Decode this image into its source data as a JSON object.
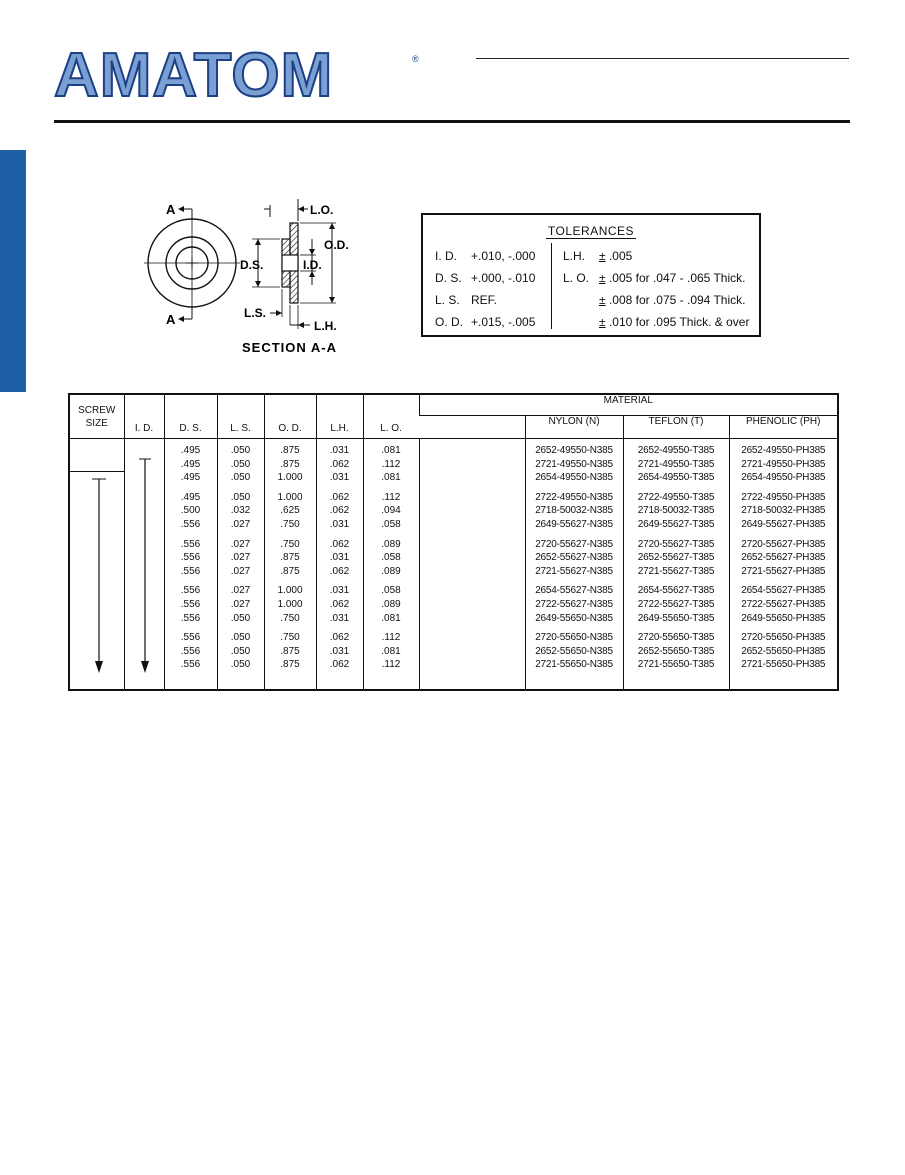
{
  "brand": {
    "name": "AMATOM",
    "reg": "®",
    "colors": {
      "fill": "#7a9fd3",
      "outline": "#1d3f86",
      "tab": "#1f5fa8"
    }
  },
  "diagram": {
    "label_a_top": "A",
    "label_a_bottom": "A",
    "label_lo": "L.O.",
    "label_od": "O.D.",
    "label_ds": "D.S.",
    "label_id": "I.D.",
    "label_ls": "L.S.",
    "label_lh": "L.H.",
    "caption": "SECTION A-A"
  },
  "tolerances": {
    "title": "TOLERANCES",
    "left": [
      {
        "key": "I. D.",
        "value": "+.010, -.000"
      },
      {
        "key": "D. S.",
        "value": "+.000, -.010"
      },
      {
        "key": "L. S.",
        "value": "REF."
      },
      {
        "key": "O. D.",
        "value": "+.015, -.005"
      }
    ],
    "right": [
      {
        "key": "L.H.",
        "pm": "±",
        "value": ".005"
      },
      {
        "key": "L. O.",
        "pm": "±",
        "value": ".005 for .047 - .065 Thick."
      },
      {
        "key": "",
        "pm": "±",
        "value": ".008 for .075 - .094 Thick."
      },
      {
        "key": "",
        "pm": "±",
        "value": ".010 for .095 Thick. & over"
      }
    ]
  },
  "table": {
    "headers": {
      "screw_size": "SCREW SIZE",
      "id": "I. D.",
      "ds": "D. S.",
      "ls": "L. S.",
      "od": "O. D.",
      "lh": "L.H.",
      "lo": "L. O.",
      "material": "MATERIAL",
      "nylon": "NYLON (N)",
      "teflon": "TEFLON (T)",
      "phenolic": "PHENOLIC (PH)"
    },
    "groups": [
      {
        "ds": [
          ".495",
          ".495",
          ".495"
        ],
        "ls": [
          ".050",
          ".050",
          ".050"
        ],
        "od": [
          ".875",
          ".875",
          "1.000"
        ],
        "lh": [
          ".031",
          ".062",
          ".031"
        ],
        "lo": [
          ".081",
          ".112",
          ".081"
        ],
        "nylon": [
          "2652-49550-N385",
          "2721-49550-N385",
          "2654-49550-N385"
        ],
        "teflon": [
          "2652-49550-T385",
          "2721-49550-T385",
          "2654-49550-T385"
        ],
        "phenolic": [
          "2652-49550-PH385",
          "2721-49550-PH385",
          "2654-49550-PH385"
        ]
      },
      {
        "ds": [
          ".495",
          ".500",
          ".556"
        ],
        "ls": [
          ".050",
          ".032",
          ".027"
        ],
        "od": [
          "1.000",
          ".625",
          ".750"
        ],
        "lh": [
          ".062",
          ".062",
          ".031"
        ],
        "lo": [
          ".112",
          ".094",
          ".058"
        ],
        "nylon": [
          "2722-49550-N385",
          "2718-50032-N385",
          "2649-55627-N385"
        ],
        "teflon": [
          "2722-49550-T385",
          "2718-50032-T385",
          "2649-55627-T385"
        ],
        "phenolic": [
          "2722-49550-PH385",
          "2718-50032-PH385",
          "2649-55627-PH385"
        ]
      },
      {
        "ds": [
          ".556",
          ".556",
          ".556"
        ],
        "ls": [
          ".027",
          ".027",
          ".027"
        ],
        "od": [
          ".750",
          ".875",
          ".875"
        ],
        "lh": [
          ".062",
          ".031",
          ".062"
        ],
        "lo": [
          ".089",
          ".058",
          ".089"
        ],
        "nylon": [
          "2720-55627-N385",
          "2652-55627-N385",
          "2721-55627-N385"
        ],
        "teflon": [
          "2720-55627-T385",
          "2652-55627-T385",
          "2721-55627-T385"
        ],
        "phenolic": [
          "2720-55627-PH385",
          "2652-55627-PH385",
          "2721-55627-PH385"
        ]
      },
      {
        "ds": [
          ".556",
          ".556",
          ".556"
        ],
        "ls": [
          ".027",
          ".027",
          ".050"
        ],
        "od": [
          "1.000",
          "1.000",
          ".750"
        ],
        "lh": [
          ".031",
          ".062",
          ".031"
        ],
        "lo": [
          ".058",
          ".089",
          ".081"
        ],
        "nylon": [
          "2654-55627-N385",
          "2722-55627-N385",
          "2649-55650-N385"
        ],
        "teflon": [
          "2654-55627-T385",
          "2722-55627-T385",
          "2649-55650-T385"
        ],
        "phenolic": [
          "2654-55627-PH385",
          "2722-55627-PH385",
          "2649-55650-PH385"
        ]
      },
      {
        "ds": [
          ".556",
          ".556",
          ".556"
        ],
        "ls": [
          ".050",
          ".050",
          ".050"
        ],
        "od": [
          ".750",
          ".875",
          ".875"
        ],
        "lh": [
          ".062",
          ".031",
          ".062"
        ],
        "lo": [
          ".112",
          ".081",
          ".112"
        ],
        "nylon": [
          "2720-55650-N385",
          "2652-55650-N385",
          "2721-55650-N385"
        ],
        "teflon": [
          "2720-55650-T385",
          "2652-55650-T385",
          "2721-55650-T385"
        ],
        "phenolic": [
          "2720-55650-PH385",
          "2652-55650-PH385",
          "2721-55650-PH385"
        ]
      }
    ]
  }
}
